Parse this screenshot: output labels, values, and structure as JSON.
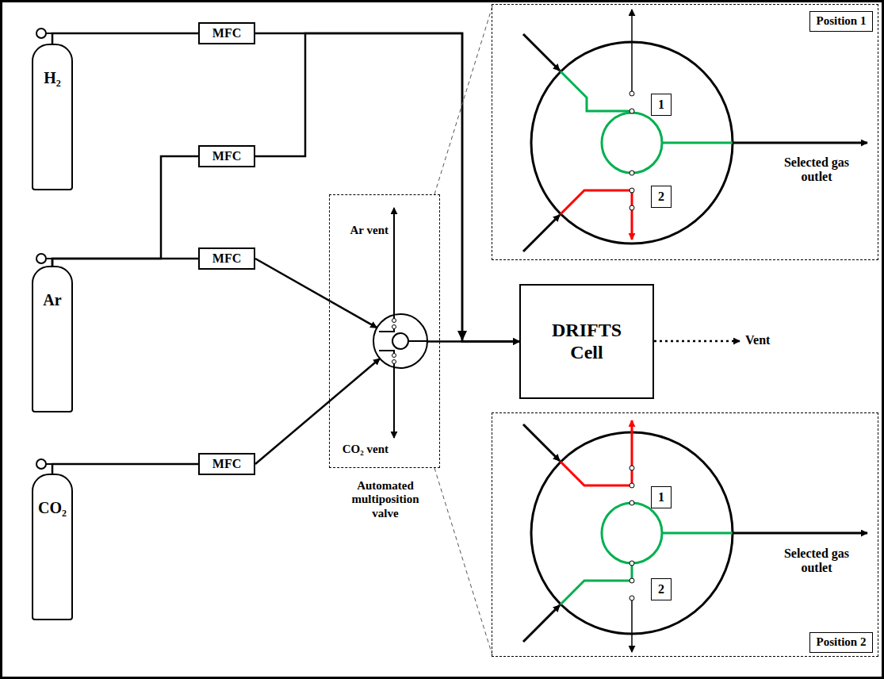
{
  "diagram": {
    "nodes": [
      {
        "text": [
          "H₂"
        ]
      },
      {
        "text": [
          "Ar"
        ]
      },
      {
        "text": [
          "CO₂"
        ]
      },
      {
        "text": [
          "MFC"
        ]
      },
      {
        "text": [
          "MFC"
        ]
      },
      {
        "text": [
          "MFC"
        ]
      },
      {
        "text": [
          "MFC"
        ]
      },
      {
        "text": [
          "Ar vent",
          "CO₂ vent",
          "Automated multiposition valve"
        ]
      },
      {
        "text": [
          "DRIFTS Cell"
        ]
      },
      {
        "text": [
          "Selected gas outlet"
        ]
      },
      {
        "text": [
          "Position 1"
        ],
        "in": 9
      },
      {
        "text": [
          "1"
        ],
        "in": 9
      },
      {
        "text": [
          "2"
        ],
        "in": 9
      },
      {
        "text": [
          "Selected gas outlet"
        ]
      },
      {
        "text": [
          "1"
        ],
        "in": 13
      },
      {
        "text": [
          "2"
        ],
        "in": 13
      },
      {
        "text": [
          "Position 2"
        ],
        "in": 13
      }
    ],
    "edges": [
      {
        "from": 0,
        "to": 3,
        "arrow": "none"
      },
      {
        "from": 1,
        "to": 4,
        "arrow": "none"
      },
      {
        "from": 1,
        "to": 5,
        "arrow": "none"
      },
      {
        "from": 2,
        "to": 6,
        "arrow": "none"
      },
      {
        "from": 3,
        "to": 8,
        "arrow": "to"
      },
      {
        "from": 4,
        "to": 8,
        "arrow": "to"
      },
      {
        "from": 5,
        "to": 7,
        "arrow": "to"
      },
      {
        "from": 6,
        "to": 7,
        "arrow": "to"
      },
      {
        "from": 7,
        "to": 8,
        "arrow": "to"
      }
    ],
    "labels": [
      "Vent"
    ]
  }
}
